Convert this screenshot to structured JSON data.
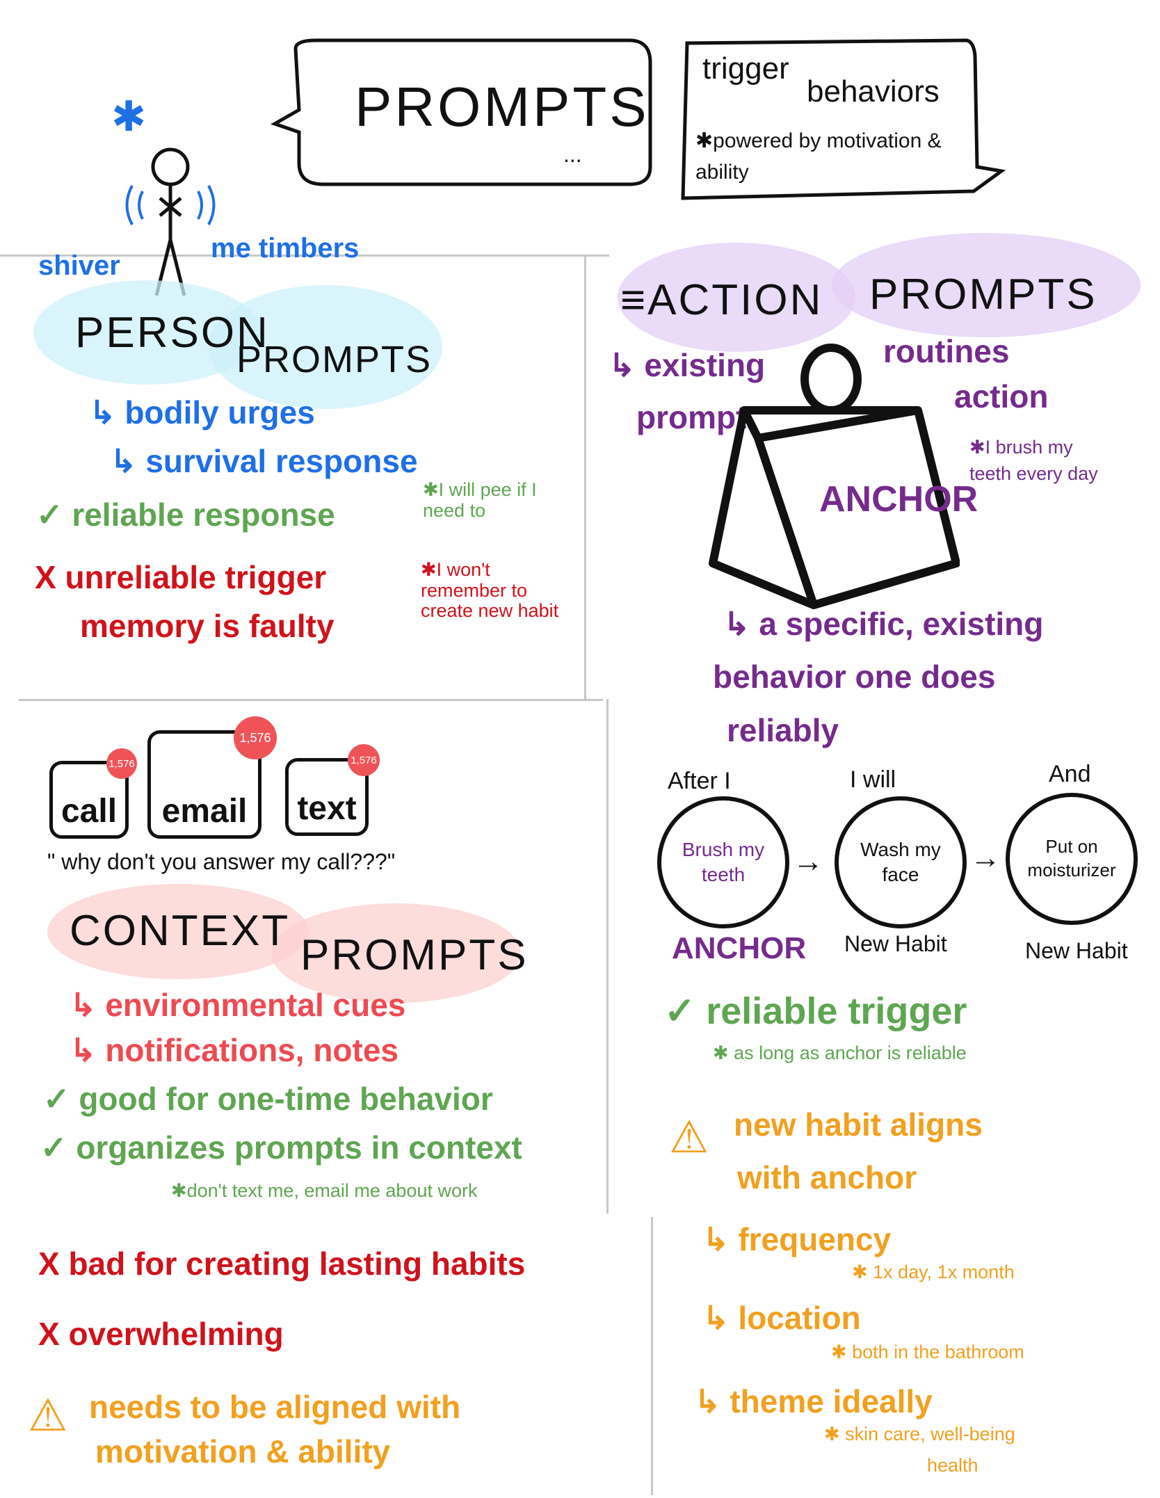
{
  "title": {
    "main": "PROMPTS",
    "ellipsis": "..."
  },
  "definition": {
    "line1": "trigger",
    "line2": "behaviors",
    "note": "✱powered by motivation & ability"
  },
  "person": {
    "sound_left": "shiver",
    "sound_right": "me timbers",
    "heading1": "PERSON",
    "heading2": "PROMPTS",
    "points": [
      "↳ bodily urges",
      "↳ survival response"
    ],
    "pro": "✓ reliable response",
    "pro_note": "✱I will pee if I need to",
    "con1": "X unreliable trigger",
    "con2": "memory is faulty",
    "con_note": "✱I won't remember to create new habit"
  },
  "context": {
    "apps": [
      {
        "label": "call",
        "badge": "1,576"
      },
      {
        "label": "email",
        "badge": "1,576"
      },
      {
        "label": "text",
        "badge": "1,576"
      }
    ],
    "quote": "\" why don't you answer my call???\"",
    "heading1": "CONTEXT",
    "heading2": "PROMPTS",
    "points": [
      "↳ environmental cues",
      "↳ notifications, notes"
    ],
    "pros": [
      "✓ good for one-time behavior",
      "✓ organizes prompts in context"
    ],
    "pro_note": "✱don't text me, email me about work",
    "cons": [
      "X bad for creating lasting habits",
      "X overwhelming"
    ],
    "warning1": "needs to be aligned with",
    "warning2": "motivation & ability"
  },
  "action": {
    "heading1": "≡ACTION",
    "heading2": "PROMPTS",
    "existing": "↳ existing",
    "prompt": "prompt",
    "routines": "routines",
    "action_word": "action",
    "anchor_label": "ANCHOR",
    "anchor_note": "✱I brush my teeth every day",
    "definition1": "↳ a specific, existing",
    "definition2": "behavior one does",
    "definition3": "reliably",
    "chain": [
      {
        "above": "After I",
        "text": "Brush my teeth",
        "below": "ANCHOR"
      },
      {
        "above": "I will",
        "text": "Wash my face",
        "below": "New Habit"
      },
      {
        "above": "And",
        "text": "Put on moisturizer",
        "below": "New Habit"
      }
    ],
    "pro": "✓ reliable trigger",
    "pro_note": "✱ as long as anchor is reliable",
    "warning1": "new habit aligns",
    "warning2": "with anchor",
    "aligns": [
      {
        "label": "↳ frequency",
        "note": "✱ 1x day, 1x month"
      },
      {
        "label": "↳ location",
        "note": "✱ both in the bathroom"
      },
      {
        "label": "↳ theme ideally",
        "note": "✱ skin care, well-being",
        "note2": "health"
      }
    ]
  }
}
